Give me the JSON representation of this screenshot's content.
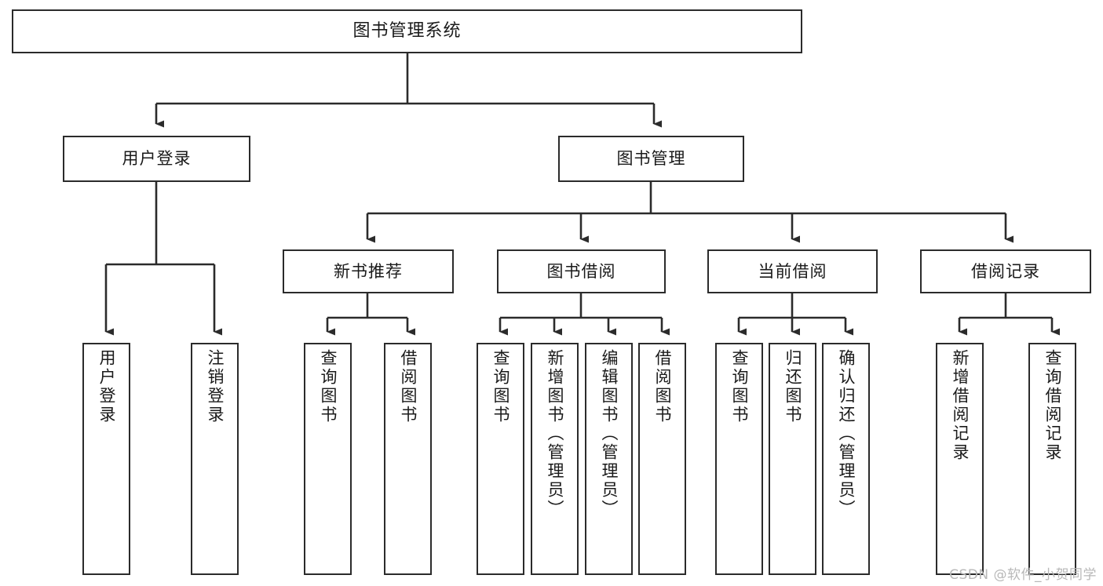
{
  "diagram": {
    "type": "tree",
    "title_node": {
      "label": "图书管理系统"
    },
    "level2": [
      {
        "label": "用户登录"
      },
      {
        "label": "图书管理"
      }
    ],
    "level3": [
      {
        "label": "新书推荐"
      },
      {
        "label": "图书借阅"
      },
      {
        "label": "当前借阅"
      },
      {
        "label": "借阅记录"
      }
    ],
    "leaves": {
      "user_login": [
        {
          "label": "用户登录"
        },
        {
          "label": "注销登录"
        }
      ],
      "new_book_recommend": [
        {
          "label": "查询图书"
        },
        {
          "label": "借阅图书"
        }
      ],
      "book_borrow": [
        {
          "label": "查询图书"
        },
        {
          "label": "新增图书（管理员）"
        },
        {
          "label": "编辑图书（管理员）"
        },
        {
          "label": "借阅图书"
        }
      ],
      "current_borrow": [
        {
          "label": "查询图书"
        },
        {
          "label": "归还图书"
        },
        {
          "label": "确认归还（管理员）"
        }
      ],
      "borrow_record": [
        {
          "label": "新增借阅记录"
        },
        {
          "label": "查询借阅记录"
        }
      ]
    }
  },
  "watermark": {
    "text": "CSDN @软件_小贺同学"
  },
  "colors": {
    "background": "#ffffff",
    "box_border": "#2b2b2b",
    "connector": "#2b2b2b",
    "text": "#1a1a1a",
    "watermark": "#b8b8b8"
  }
}
